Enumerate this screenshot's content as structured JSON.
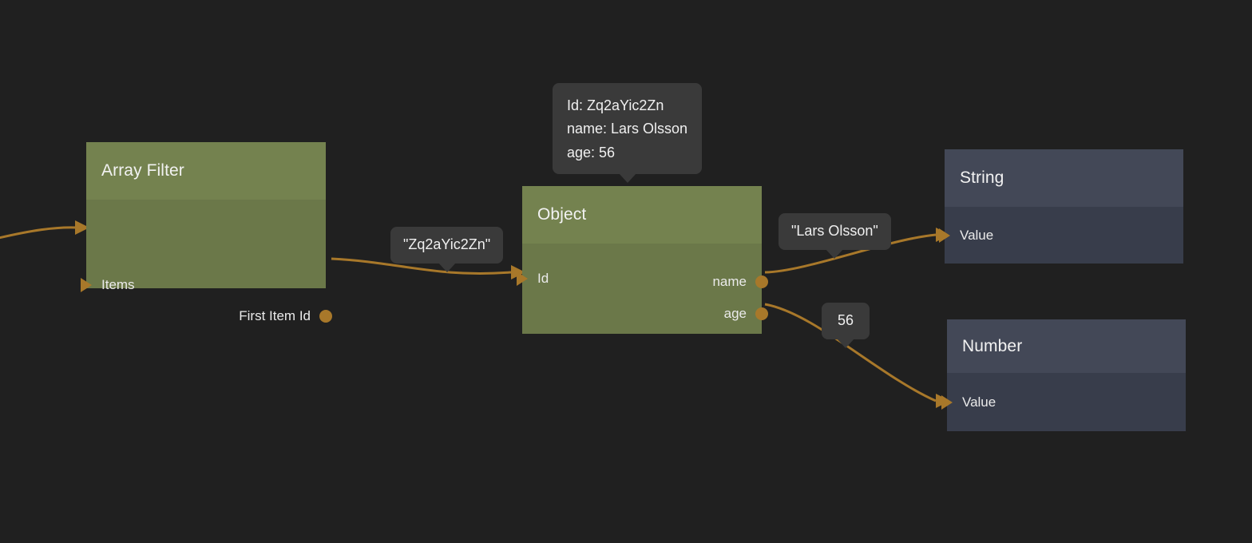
{
  "canvas": {
    "background": "#202020",
    "accent_port_color": "#a8782a",
    "edge_color": "#a8782a",
    "green_header": "#74824f",
    "green_body": "#6b7849",
    "slate_header": "#434857",
    "slate_body": "#383d4b",
    "bubble_background": "#3a3a3a"
  },
  "nodes": [
    {
      "id": "array-filter",
      "title": "Array Filter",
      "inputs": [
        {
          "label": "Items"
        }
      ],
      "outputs": [
        {
          "label": "First Item Id"
        }
      ]
    },
    {
      "id": "object",
      "title": "Object",
      "inputs": [
        {
          "label": "Id"
        }
      ],
      "outputs": [
        {
          "label": "name"
        },
        {
          "label": "age"
        }
      ]
    },
    {
      "id": "string",
      "title": "String",
      "inputs": [
        {
          "label": "Value"
        }
      ],
      "outputs": []
    },
    {
      "id": "number",
      "title": "Number",
      "inputs": [
        {
          "label": "Value"
        }
      ],
      "outputs": []
    }
  ],
  "tooltip": {
    "lines": [
      "Id: Zq2aYic2Zn",
      "name: Lars Olsson",
      "age: 56"
    ],
    "line1": "Id: Zq2aYic2Zn",
    "line2": "name: Lars Olsson",
    "line3": "age: 56"
  },
  "edge_labels": [
    {
      "id": "edge-label-id",
      "text": "\"Zq2aYic2Zn\""
    },
    {
      "id": "edge-label-name",
      "text": "\"Lars Olsson\""
    },
    {
      "id": "edge-label-age",
      "text": "56"
    }
  ]
}
